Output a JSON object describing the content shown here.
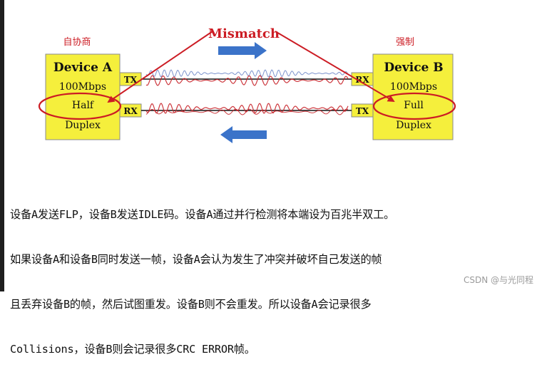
{
  "diagram": {
    "mismatch_label": "Mismatch",
    "left_mode_label": "自协商",
    "right_mode_label": "强制",
    "device_a": {
      "name": "Device A",
      "speed": "100Mbps",
      "duplex": "Half",
      "footer": "Duplex",
      "port_top": "TX",
      "port_bottom": "RX"
    },
    "device_b": {
      "name": "Device B",
      "speed": "100Mbps",
      "duplex": "Full",
      "footer": "Duplex",
      "port_top": "RX",
      "port_bottom": "TX"
    },
    "colors": {
      "box_fill": "#f5ef3c",
      "accent_red": "#cc1c24",
      "arrow_blue": "#3b73c9",
      "signal_red": "#c8242a",
      "signal_blue": "#6f88c8"
    }
  },
  "caption": {
    "lines": [
      "设备A发送FLP，设备B发送IDLE码。设备A通过并行检测将本端设为百兆半双工。",
      "如果设备A和设备B同时发送一帧，设备A会认为发生了冲突并破坏自己发送的帧",
      "且丢弃设备B的帧，然后试图重发。设备B则不会重发。所以设备A会记录很多",
      "Collisions，设备B则会记录很多CRC ERROR帧。"
    ]
  },
  "watermark": "CSDN @与光同程"
}
